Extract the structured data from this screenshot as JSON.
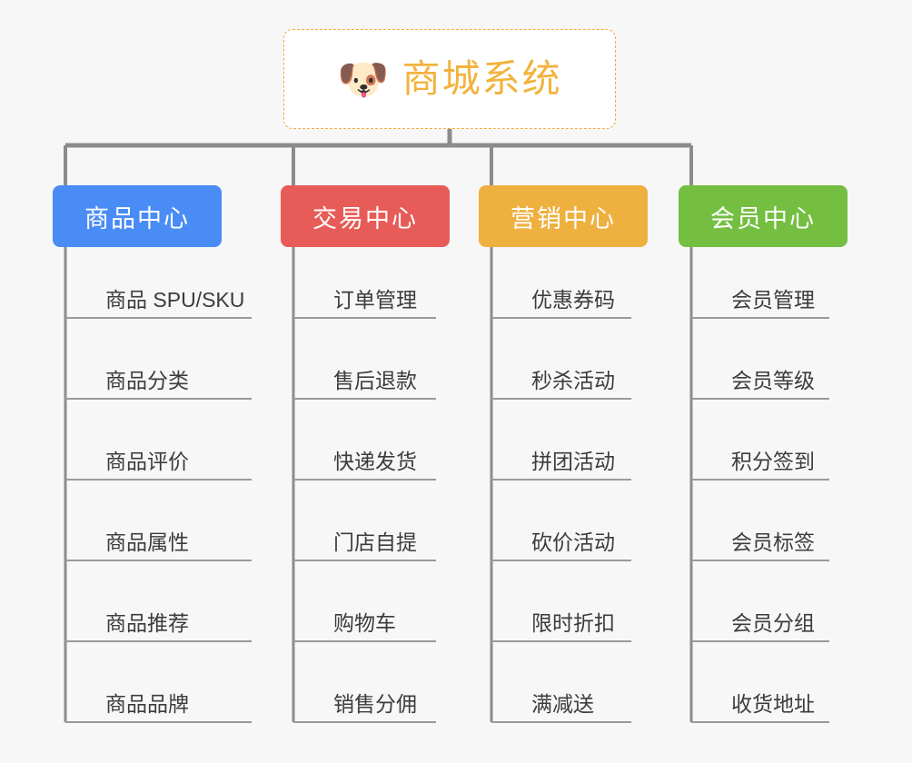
{
  "root": {
    "title": "商城系统",
    "emoji": "🐶",
    "emoji_name": "shiba-dog-face",
    "text_color": "#f2b33d",
    "border_color": "#f0ac3c",
    "background": "#ffffff"
  },
  "canvas": {
    "background": "#f7f7f7",
    "connector_color": "#8c8c8c",
    "leaf_line_color": "#9a9a9a",
    "leaf_text_color": "#3c3c3c"
  },
  "branches": [
    {
      "label": "商品中心",
      "color": "#4a8cf5",
      "items": [
        "商品 SPU/SKU",
        "商品分类",
        "商品评价",
        "商品属性",
        "商品推荐",
        "商品品牌"
      ]
    },
    {
      "label": "交易中心",
      "color": "#e75c58",
      "items": [
        "订单管理",
        "售后退款",
        "快递发货",
        "门店自提",
        "购物车",
        "销售分佣"
      ]
    },
    {
      "label": "营销中心",
      "color": "#eeb03f",
      "items": [
        "优惠券码",
        "秒杀活动",
        "拼团活动",
        "砍价活动",
        "限时折扣",
        "满减送"
      ]
    },
    {
      "label": "会员中心",
      "color": "#74bf41",
      "items": [
        "会员管理",
        "会员等级",
        "积分签到",
        "会员标签",
        "会员分组",
        "收货地址"
      ]
    }
  ]
}
